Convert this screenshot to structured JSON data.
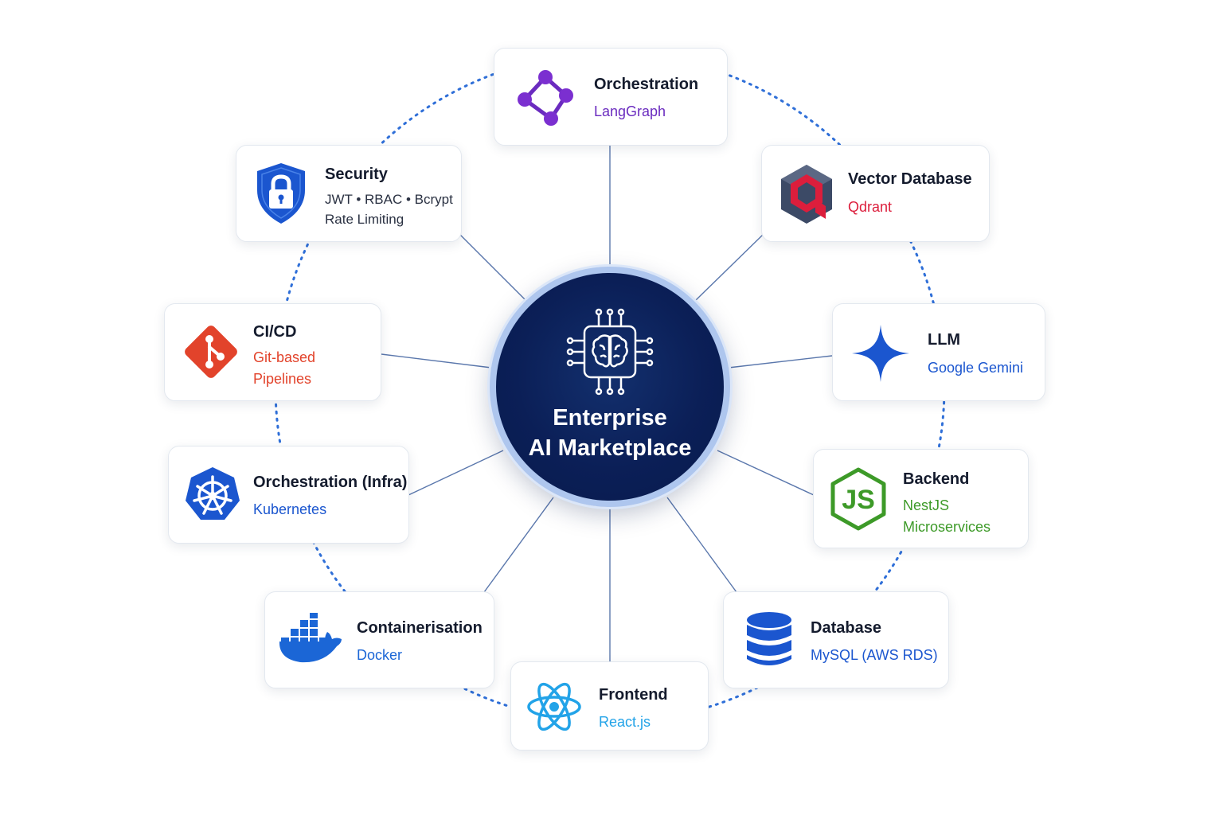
{
  "hub": {
    "title_line1": "Enterprise",
    "title_line2": "AI Marketplace",
    "icon": "brain-chip-icon"
  },
  "nodes": {
    "orchestration": {
      "title": "Orchestration",
      "sub1": "LangGraph",
      "icon": "graph-nodes-icon",
      "color": "#6a2bbf"
    },
    "vector_db": {
      "title": "Vector Database",
      "sub1": "Qdrant",
      "icon": "qdrant-logo-icon",
      "color": "#dc1e3c"
    },
    "llm": {
      "title": "LLM",
      "sub1": "Google Gemini",
      "icon": "gemini-star-icon",
      "color": "#1b56cf"
    },
    "backend": {
      "title": "Backend",
      "sub1": "NestJS",
      "sub2": "Microservices",
      "icon": "nodejs-hexagon-icon",
      "color": "#3d9a28"
    },
    "database": {
      "title": "Database",
      "sub1": "MySQL (AWS RDS)",
      "icon": "database-cylinder-icon",
      "color": "#1b56cf"
    },
    "frontend": {
      "title": "Frontend",
      "sub1": "React.js",
      "icon": "react-atom-icon",
      "color": "#22a3e8"
    },
    "container": {
      "title": "Containerisation",
      "sub1": "Docker",
      "icon": "docker-whale-icon",
      "color": "#1b66d6"
    },
    "infra": {
      "title": "Orchestration (Infra)",
      "sub1": "Kubernetes",
      "icon": "kubernetes-wheel-icon",
      "color": "#1b56cf"
    },
    "cicd": {
      "title": "CI/CD",
      "sub1": "Git-based",
      "sub2": "Pipelines",
      "icon": "git-logo-icon",
      "color": "#e2432b"
    },
    "security": {
      "title": "Security",
      "sub1": "JWT • RBAC • Bcrypt",
      "sub2": "Rate Limiting",
      "icon": "shield-lock-icon",
      "color": "#1b56cf"
    }
  }
}
